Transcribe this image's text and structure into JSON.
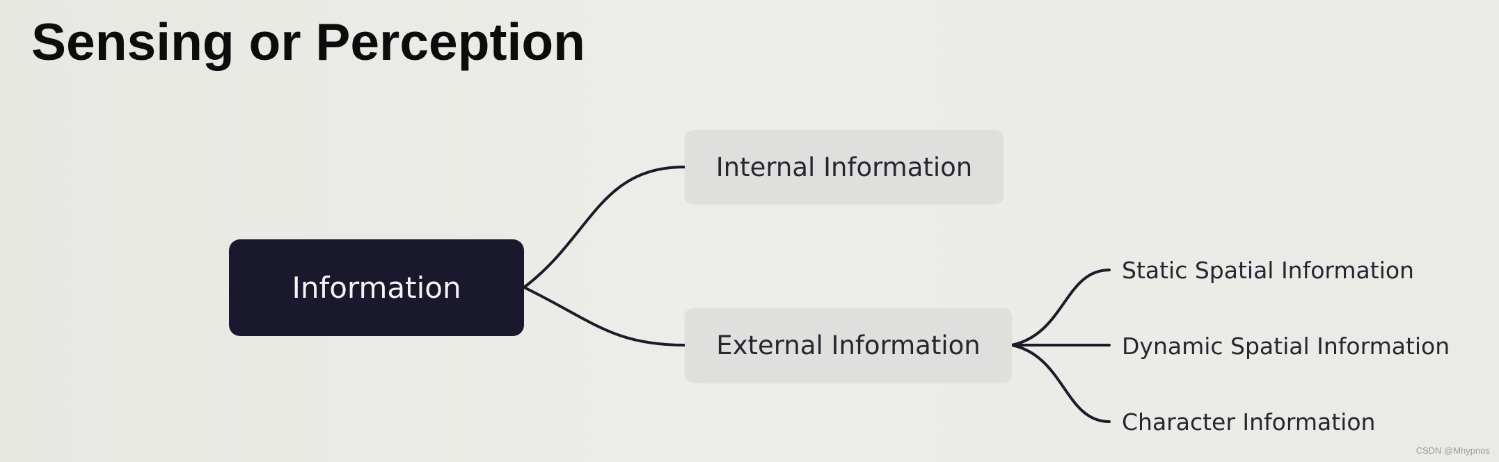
{
  "title": "Sensing or Perception",
  "diagram": {
    "root": {
      "label": "Information"
    },
    "children": [
      {
        "label": "Internal Information",
        "children": []
      },
      {
        "label": "External Information",
        "children": [
          {
            "label": "Static Spatial Information"
          },
          {
            "label": "Dynamic Spatial Information"
          },
          {
            "label": "Character Information"
          }
        ]
      }
    ]
  },
  "watermark": "CSDN @Mhypnos",
  "colors": {
    "background": "#e9e9e5",
    "root_fill": "#19182d",
    "node_fill": "#dfe0de",
    "connector": "#1b1a28",
    "title_text": "#0c0c0c"
  }
}
